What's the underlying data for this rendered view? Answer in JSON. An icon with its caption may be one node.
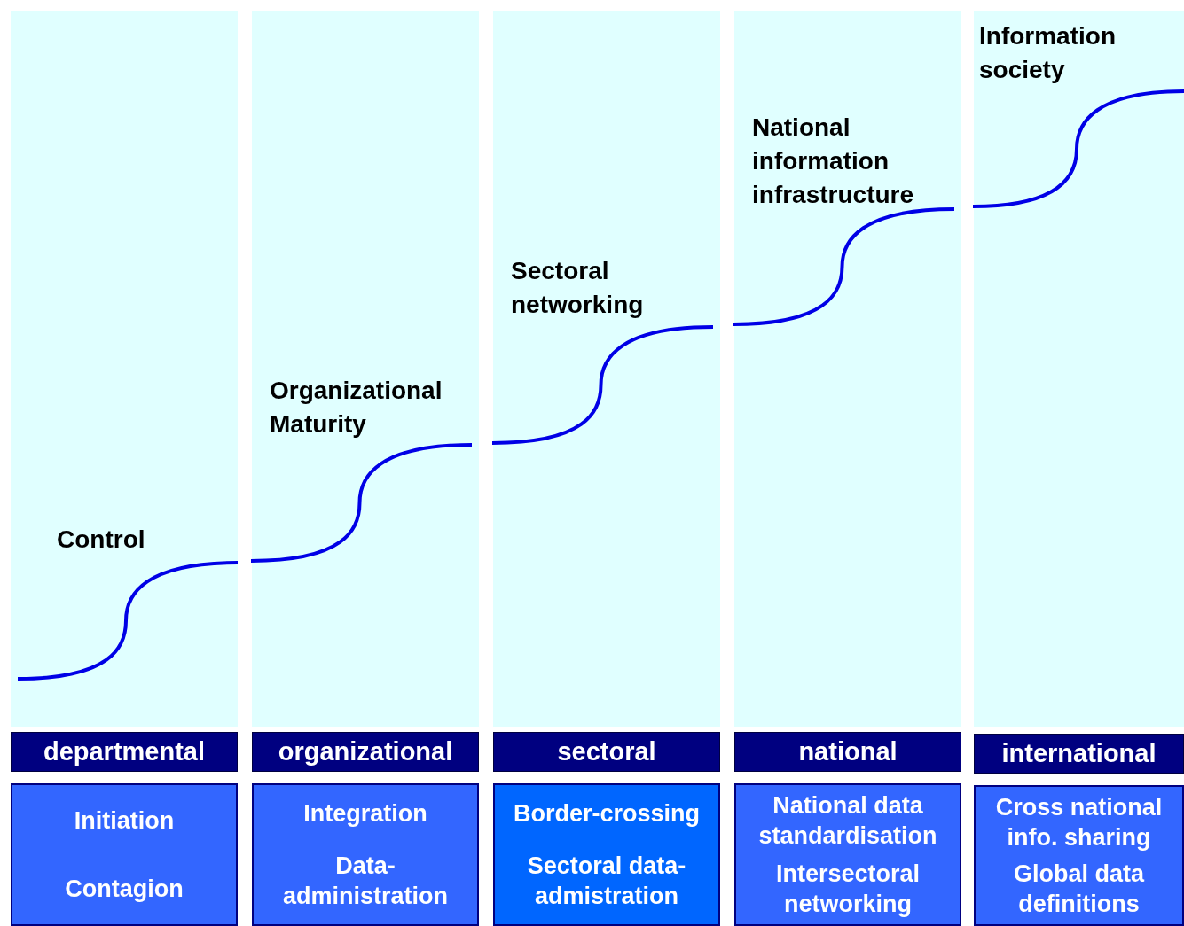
{
  "diagram": {
    "nodes": [
      {
        "text": [
          "Control"
        ]
      },
      {
        "text": [
          "Organizational Maturity"
        ]
      },
      {
        "text": [
          "Sectoral networking"
        ]
      },
      {
        "text": [
          "National information infrastructure"
        ]
      },
      {
        "text": [
          "Information society"
        ]
      },
      {
        "text": [
          "departmental"
        ]
      },
      {
        "text": [
          "organizational"
        ]
      },
      {
        "text": [
          "sectoral"
        ]
      },
      {
        "text": [
          "national"
        ]
      },
      {
        "text": [
          "international"
        ]
      },
      {
        "text": [
          "Initiation",
          "Contagion"
        ]
      },
      {
        "text": [
          "Integration",
          "Data- administration"
        ]
      },
      {
        "text": [
          "Border-crossing",
          "Sectoral data- admistration"
        ]
      },
      {
        "text": [
          "National data standardisation",
          "Intersectoral networking"
        ]
      },
      {
        "text": [
          "Cross national info. sharing",
          "Global data definitions"
        ]
      }
    ]
  }
}
